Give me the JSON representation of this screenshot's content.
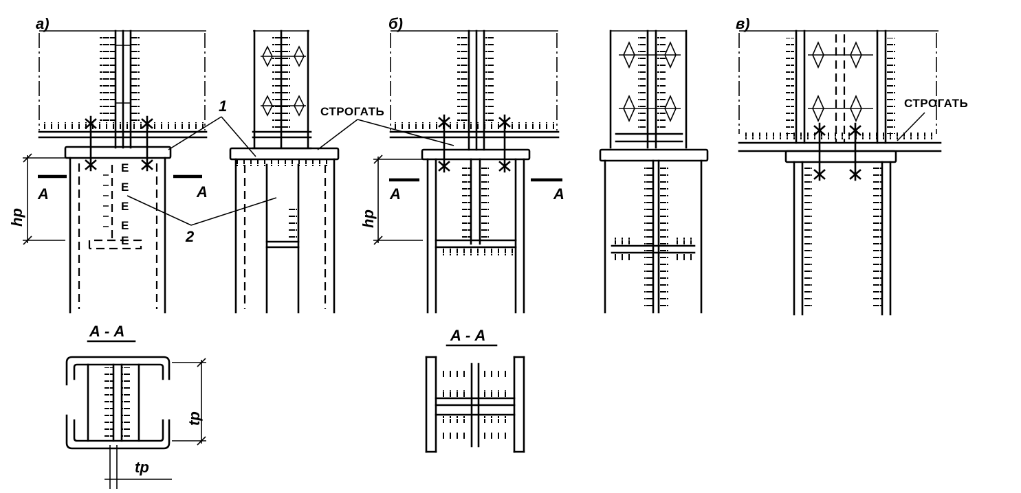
{
  "panels": [
    {
      "id": "a",
      "label": "а)"
    },
    {
      "id": "b",
      "label": "б)"
    },
    {
      "id": "v",
      "label": "в)"
    }
  ],
  "callouts": {
    "one": "1",
    "two": "2",
    "planing_a": "СТРОГАТЬ",
    "planing_v": "СТРОГАТЬ"
  },
  "section_marks": {
    "a_left": "А",
    "a_right": "А",
    "b_left": "А",
    "b_right": "А"
  },
  "dimensions": {
    "hp_a": "hр",
    "hp_b": "hр",
    "tp_vertical": "tр",
    "tp_horizontal": "tр"
  },
  "sections": {
    "a": "А - А",
    "b": "А - А"
  }
}
